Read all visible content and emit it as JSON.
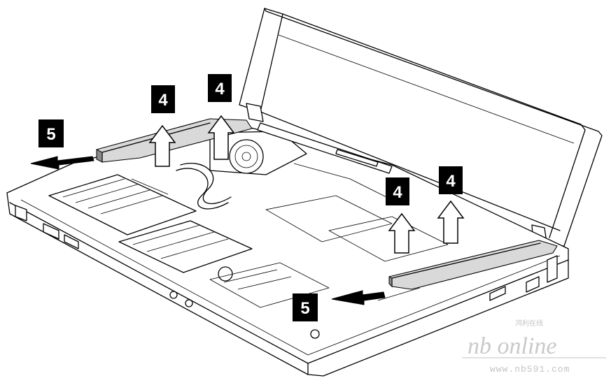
{
  "callouts": [
    {
      "label": "4"
    },
    {
      "label": "4"
    },
    {
      "label": "4"
    },
    {
      "label": "4"
    },
    {
      "label": "5"
    },
    {
      "label": "5"
    }
  ],
  "watermark": {
    "brand": "nb online",
    "chinese": "鸿利在线",
    "url": "www.nb591.com"
  },
  "colors": {
    "callout_bg": "#000000",
    "callout_text": "#ffffff",
    "watermark": "#c4c4c4"
  }
}
